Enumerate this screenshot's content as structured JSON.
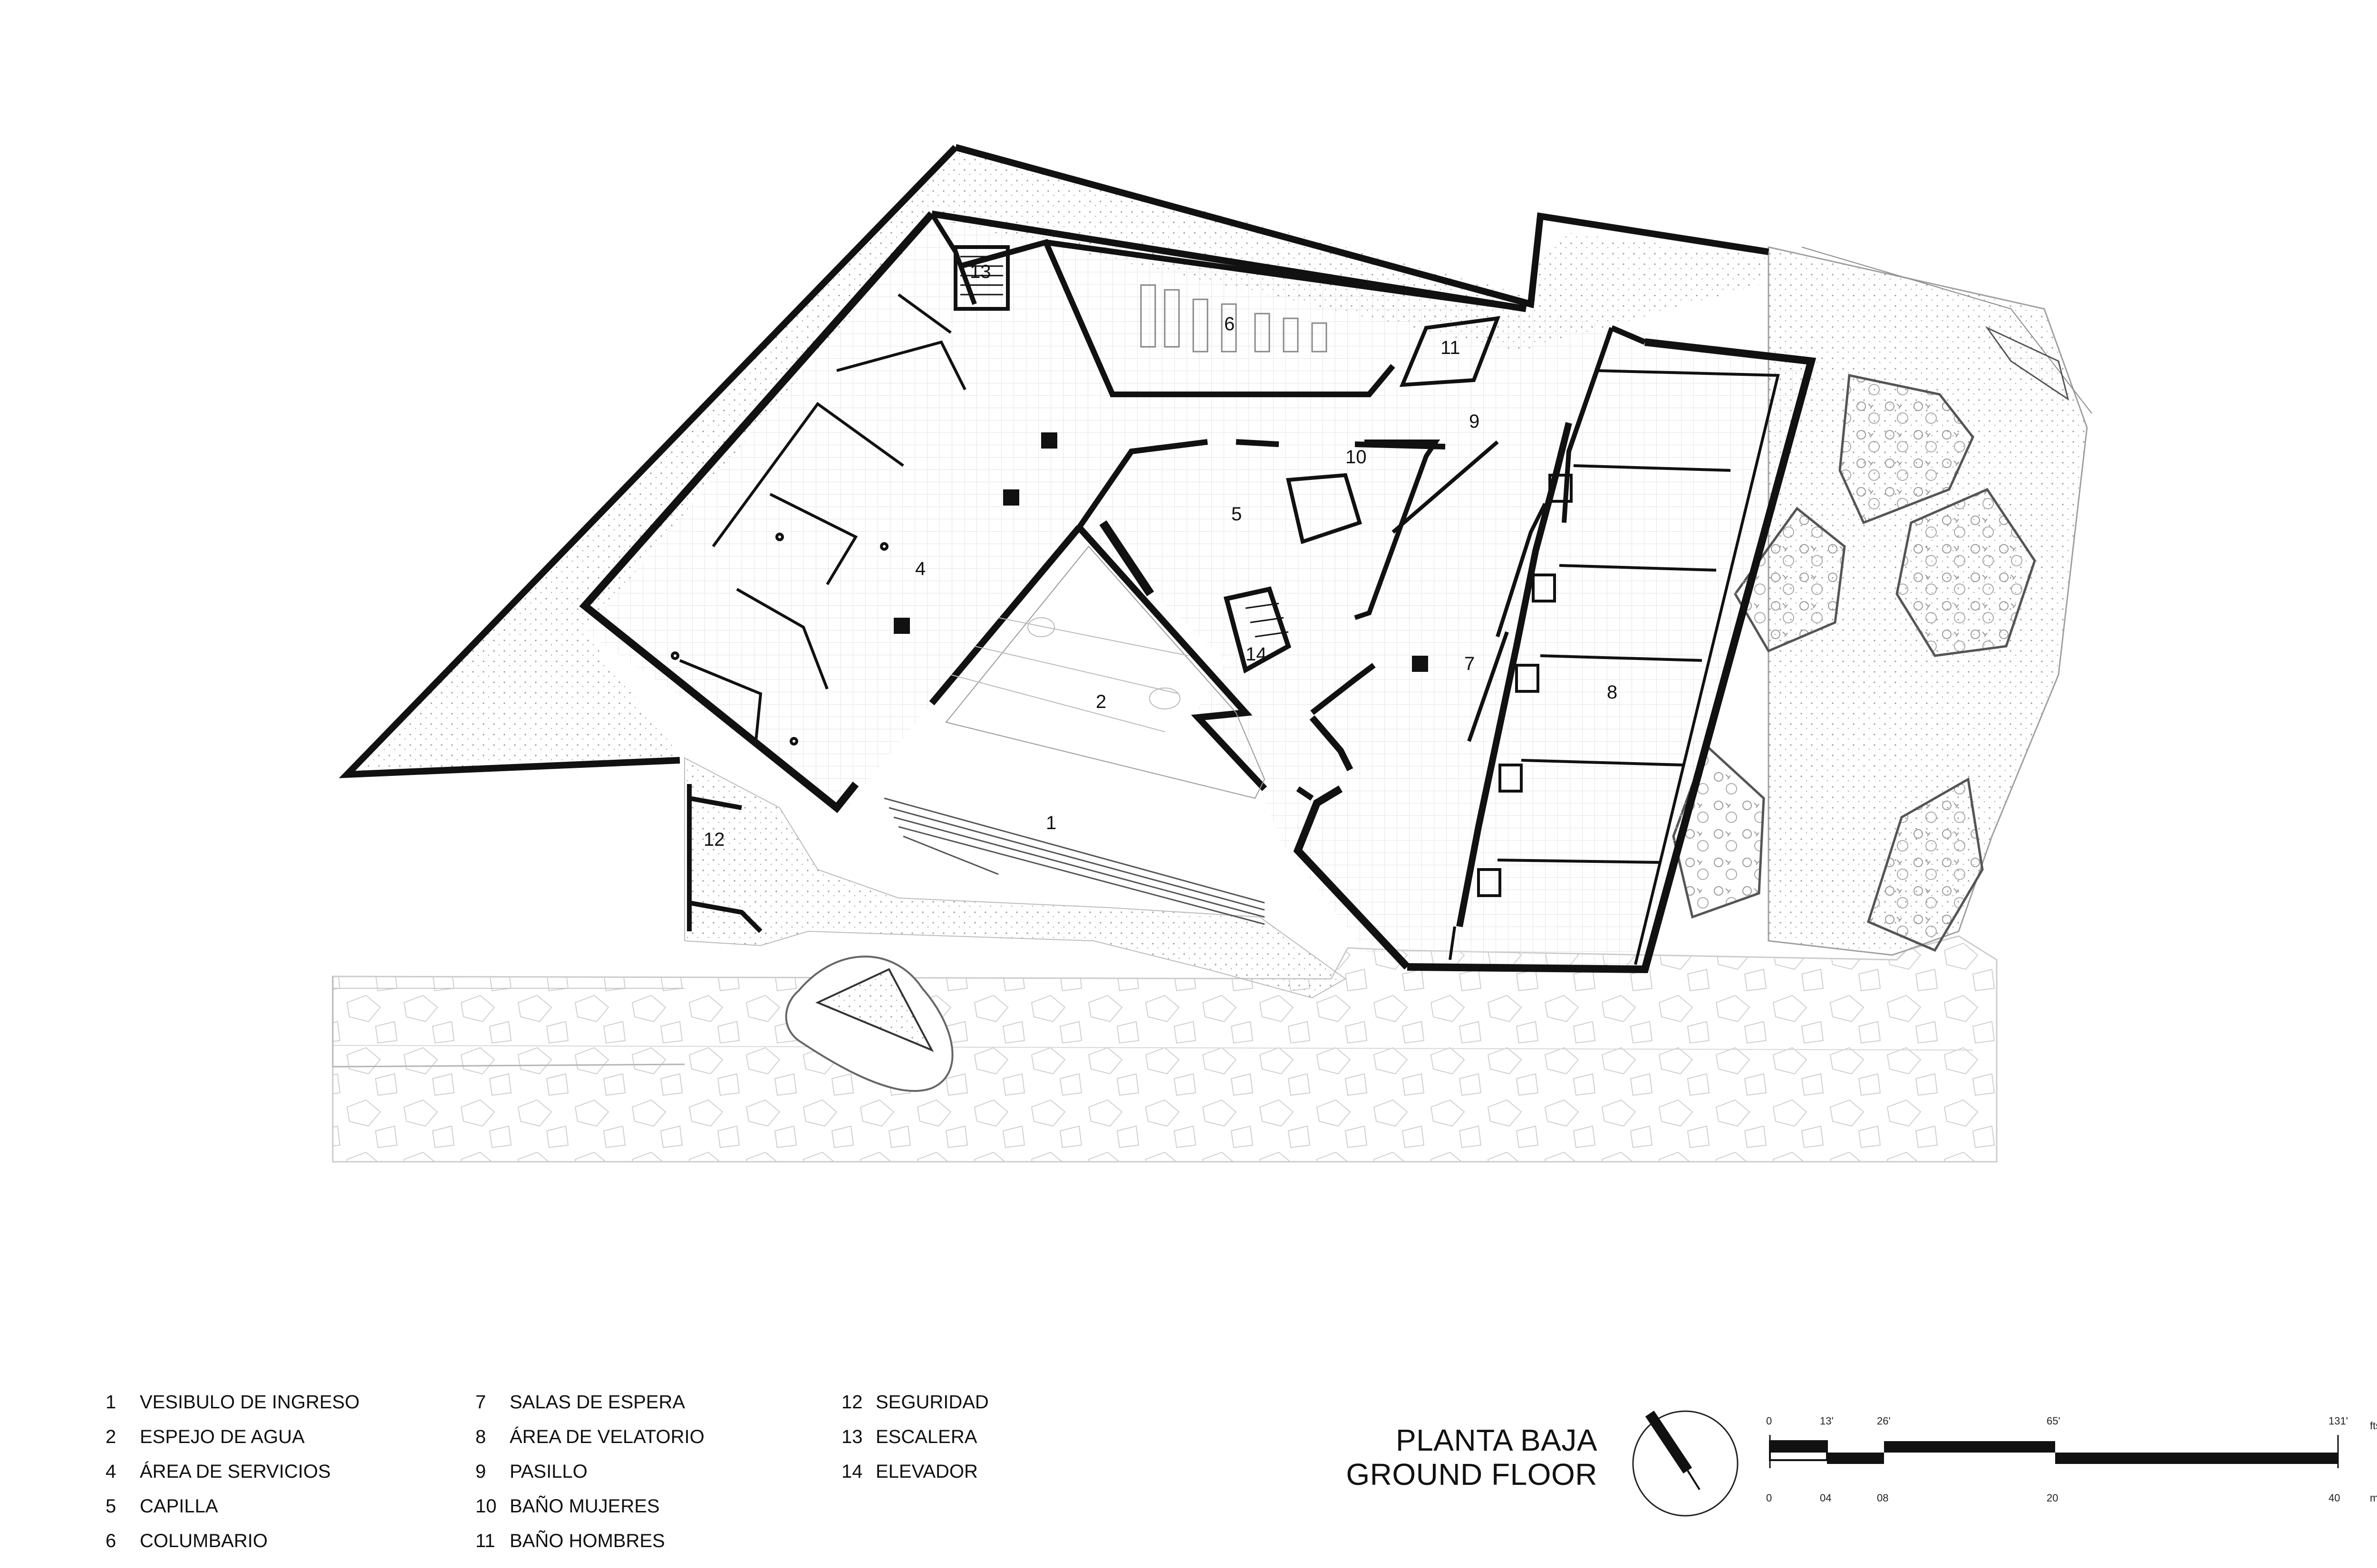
{
  "room_numbers": [
    "1",
    "2",
    "4",
    "5",
    "6",
    "7",
    "8",
    "9",
    "10",
    "11",
    "12",
    "13",
    "14"
  ],
  "legend": [
    {
      "num": "1",
      "label": "VESIBULO DE INGRESO"
    },
    {
      "num": "2",
      "label": "ESPEJO DE AGUA"
    },
    {
      "num": "4",
      "label": "ÁREA DE SERVICIOS"
    },
    {
      "num": "5",
      "label": "CAPILLA"
    },
    {
      "num": "6",
      "label": "COLUMBARIO"
    },
    {
      "num": "7",
      "label": "SALAS DE ESPERA"
    },
    {
      "num": "8",
      "label": "ÁREA DE VELATORIO"
    },
    {
      "num": "9",
      "label": "PASILLO"
    },
    {
      "num": "10",
      "label": "BAÑO MUJERES"
    },
    {
      "num": "11",
      "label": "BAÑO HOMBRES"
    },
    {
      "num": "12",
      "label": "SEGURIDAD"
    },
    {
      "num": "13",
      "label": "ESCALERA"
    },
    {
      "num": "14",
      "label": "ELEVADOR"
    }
  ],
  "title": {
    "line1": "PLANTA BAJA",
    "line2": "GROUND FLOOR"
  },
  "scale_bar": {
    "feet_ticks": [
      "0",
      "13'",
      "26'",
      "65'",
      "131'"
    ],
    "feet_unit": "fts.",
    "meter_ticks": [
      "0",
      "04",
      "08",
      "20",
      "40"
    ],
    "meter_unit": "mts."
  },
  "colors": {
    "line": "#111111",
    "hatch": "#c8c8c8",
    "floor": "#f4f4f4"
  }
}
